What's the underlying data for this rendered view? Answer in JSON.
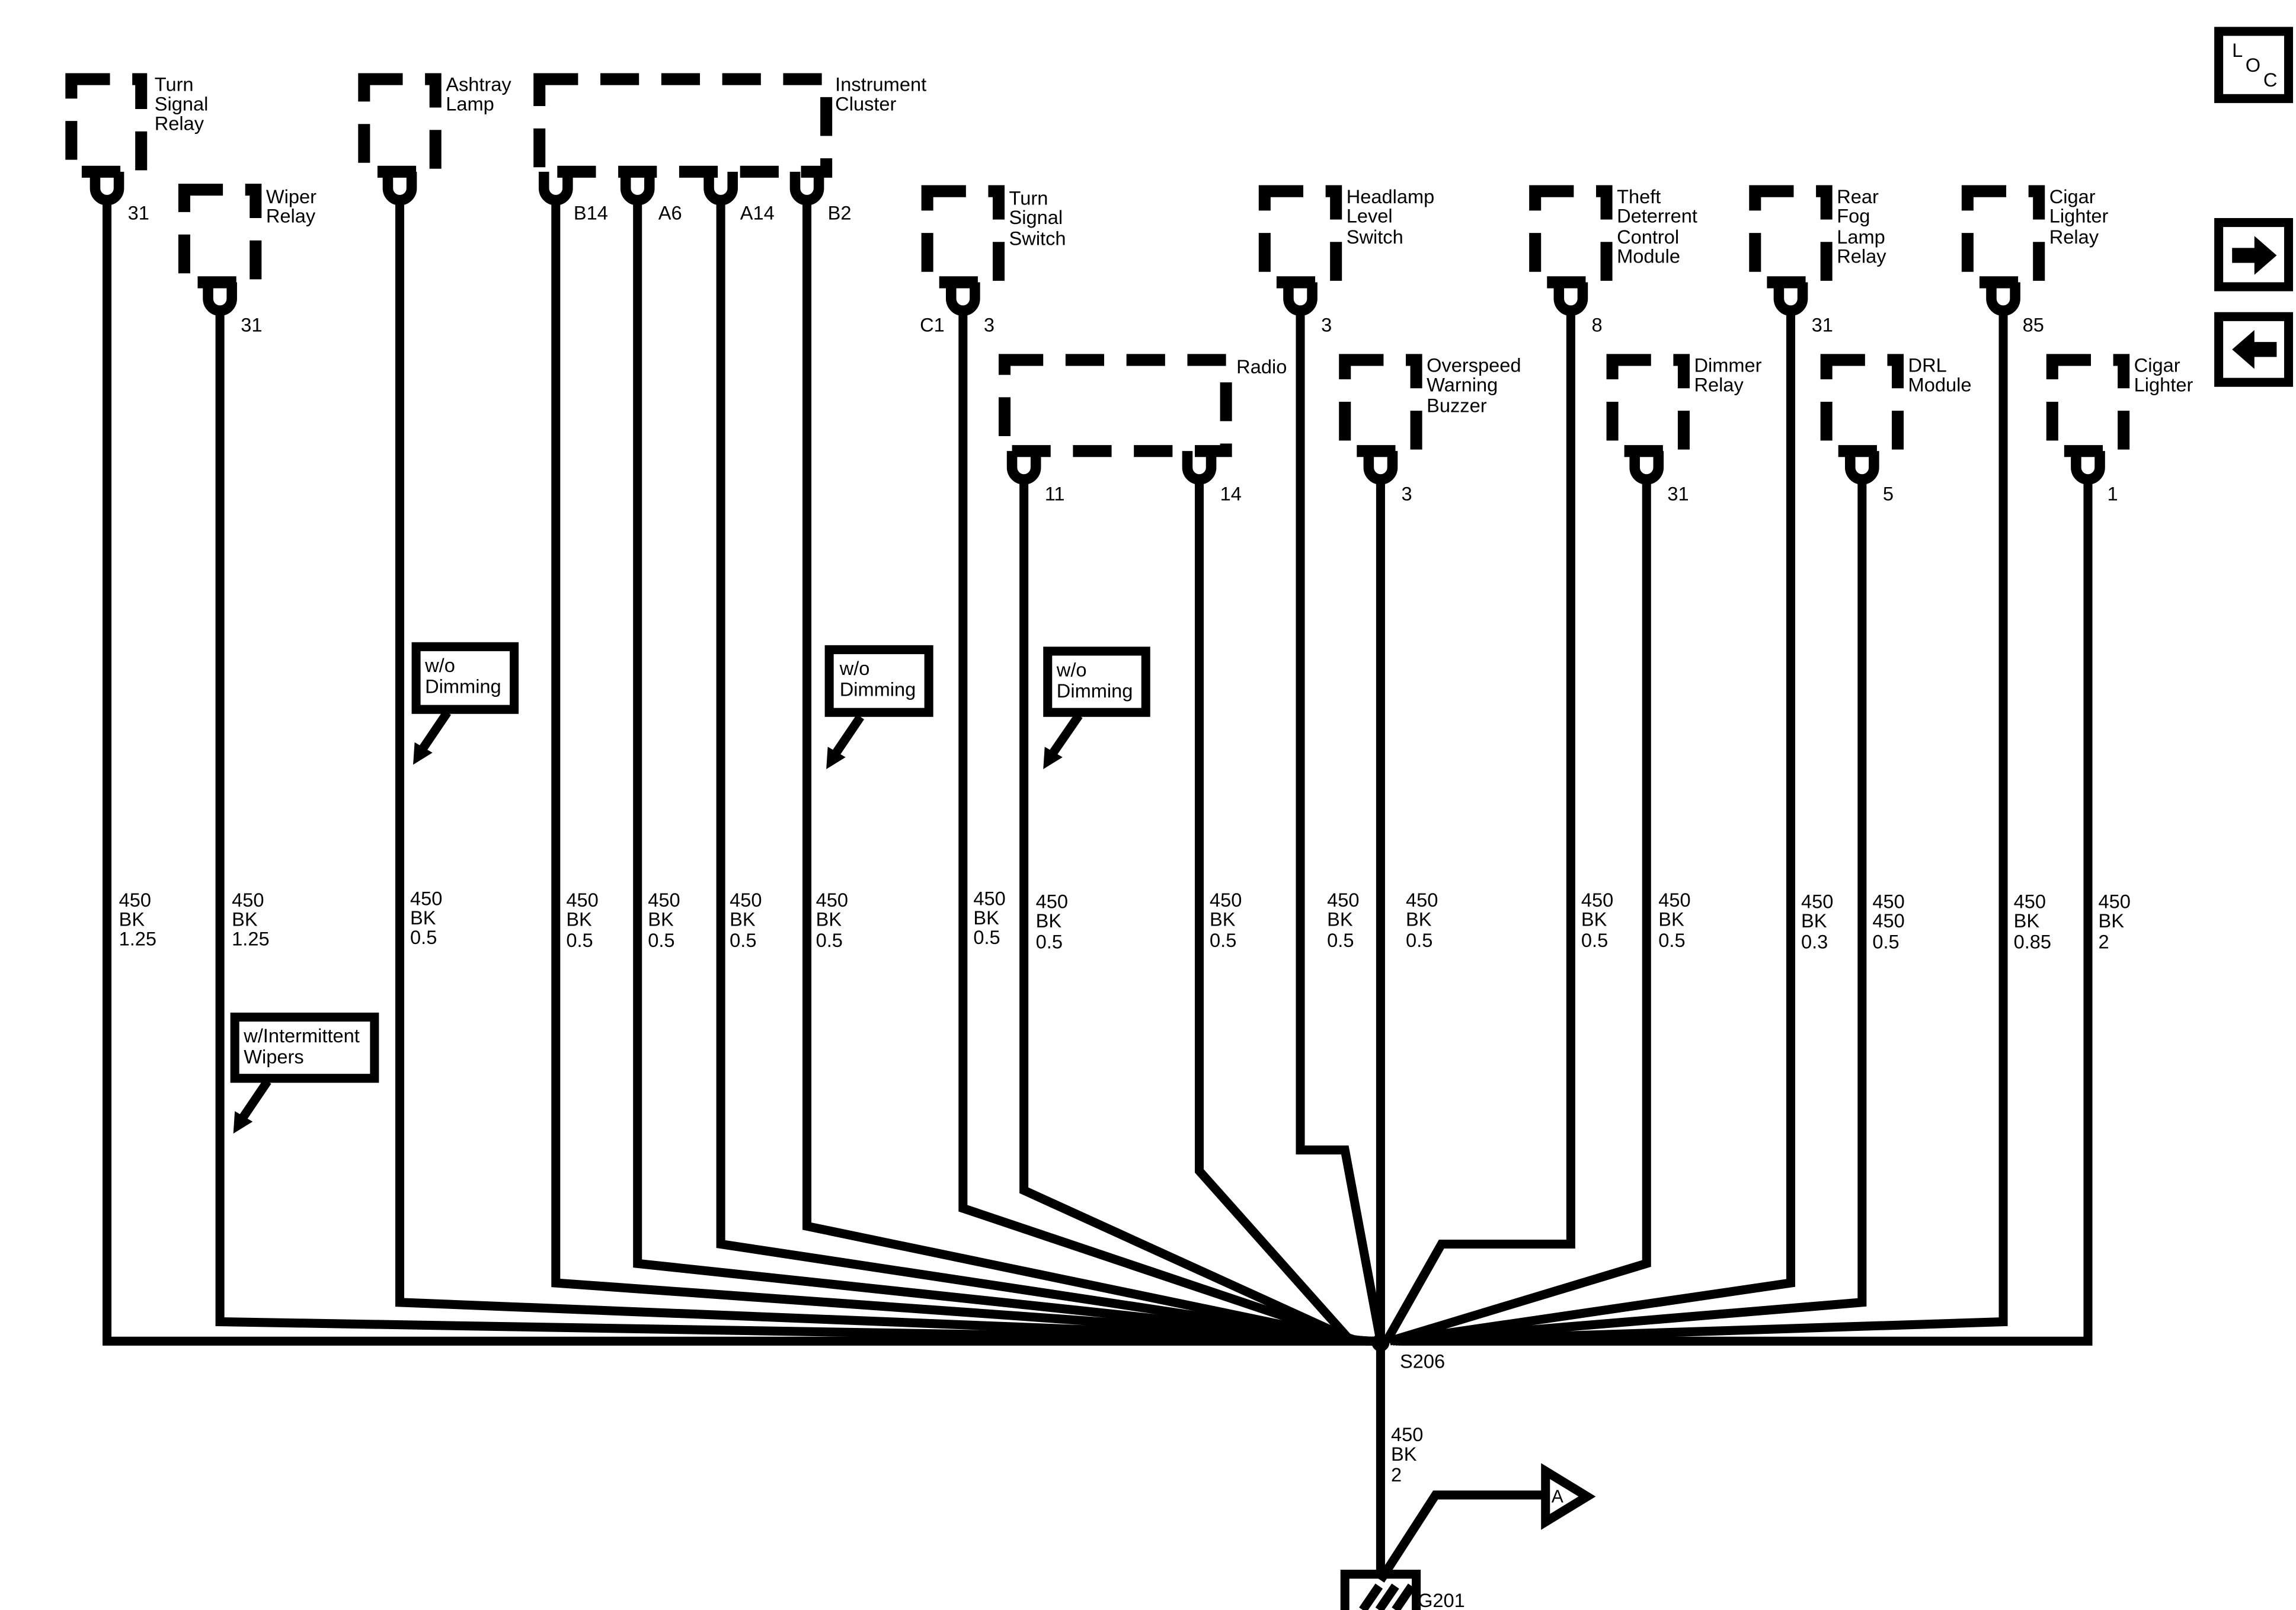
{
  "components": [
    {
      "id": "turn-signal-relay",
      "lines": [
        "Turn",
        "Signal",
        "Relay"
      ],
      "pin": "31"
    },
    {
      "id": "wiper-relay",
      "lines": [
        "Wiper",
        "Relay"
      ],
      "pin": "31"
    },
    {
      "id": "ashtray-lamp",
      "lines": [
        "Ashtray",
        "Lamp"
      ]
    },
    {
      "id": "instrument-cluster",
      "lines": [
        "Instrument",
        "Cluster"
      ],
      "pins": [
        "B14",
        "A6",
        "A14",
        "B2"
      ]
    },
    {
      "id": "turn-signal-switch",
      "lines": [
        "Turn",
        "Signal",
        "Switch"
      ],
      "connector": "C1",
      "pin": "3"
    },
    {
      "id": "radio",
      "lines": [
        "Radio"
      ],
      "pins": [
        "11",
        "14"
      ]
    },
    {
      "id": "headlamp-level-switch",
      "lines": [
        "Headlamp",
        "Level",
        "Switch"
      ],
      "pin": "3"
    },
    {
      "id": "overspeed-warning-buzzer",
      "lines": [
        "Overspeed",
        "Warning",
        "Buzzer"
      ],
      "pin": "3"
    },
    {
      "id": "theft-deterrent-control-module",
      "lines": [
        "Theft",
        "Deterrent",
        "Control",
        "Module"
      ],
      "pin": "8"
    },
    {
      "id": "dimmer-relay",
      "lines": [
        "Dimmer",
        "Relay"
      ],
      "pin": "31"
    },
    {
      "id": "rear-fog-lamp-relay",
      "lines": [
        "Rear",
        "Fog",
        "Lamp",
        "Relay"
      ],
      "pin": "31"
    },
    {
      "id": "drl-module",
      "lines": [
        "DRL",
        "Module"
      ],
      "pin": "5"
    },
    {
      "id": "cigar-lighter-relay",
      "lines": [
        "Cigar",
        "Lighter",
        "Relay"
      ],
      "pin": "85"
    },
    {
      "id": "cigar-lighter",
      "lines": [
        "Cigar",
        "Lighter"
      ],
      "pin": "1"
    }
  ],
  "wires": [
    {
      "id": "turn-signal-relay",
      "lines": [
        "450",
        "BK",
        "1.25"
      ]
    },
    {
      "id": "wiper-relay",
      "lines": [
        "450",
        "BK",
        "1.25"
      ]
    },
    {
      "id": "ashtray-lamp",
      "lines": [
        "450",
        "BK",
        "0.5"
      ]
    },
    {
      "id": "cluster-b14",
      "lines": [
        "450",
        "BK",
        "0.5"
      ]
    },
    {
      "id": "cluster-a6",
      "lines": [
        "450",
        "BK",
        "0.5"
      ]
    },
    {
      "id": "cluster-a14",
      "lines": [
        "450",
        "BK",
        "0.5"
      ]
    },
    {
      "id": "cluster-b2",
      "lines": [
        "450",
        "BK",
        "0.5"
      ]
    },
    {
      "id": "turn-signal-switch",
      "lines": [
        "450",
        "BK",
        "0.5"
      ]
    },
    {
      "id": "radio-11",
      "lines": [
        "450",
        "BK",
        "0.5"
      ]
    },
    {
      "id": "radio-14",
      "lines": [
        "450",
        "BK",
        "0.5"
      ]
    },
    {
      "id": "headlamp-level-switch",
      "lines": [
        "450",
        "BK",
        "0.5"
      ]
    },
    {
      "id": "overspeed-warning-buzzer",
      "lines": [
        "450",
        "BK",
        "0.5"
      ]
    },
    {
      "id": "theft-deterrent-control-module",
      "lines": [
        "450",
        "BK",
        "0.5"
      ]
    },
    {
      "id": "dimmer-relay",
      "lines": [
        "450",
        "BK",
        "0.5"
      ]
    },
    {
      "id": "rear-fog-lamp-relay",
      "lines": [
        "450",
        "BK",
        "0.3"
      ]
    },
    {
      "id": "drl-module",
      "lines": [
        "450",
        "450",
        "0.5"
      ]
    },
    {
      "id": "cigar-lighter-relay",
      "lines": [
        "450",
        "BK",
        "0.85"
      ]
    },
    {
      "id": "cigar-lighter",
      "lines": [
        "450",
        "BK",
        "2"
      ]
    },
    {
      "id": "ground-lead",
      "lines": [
        "450",
        "BK",
        "2"
      ]
    }
  ],
  "option_notes": [
    {
      "id": "ashtray-lamp",
      "lines": [
        "w/o",
        "Dimming"
      ]
    },
    {
      "id": "cluster-b2",
      "lines": [
        "w/o",
        "Dimming"
      ]
    },
    {
      "id": "radio-14",
      "lines": [
        "w/o",
        "Dimming"
      ]
    },
    {
      "id": "wiper-relay",
      "lines": [
        "w/Intermittent",
        "Wipers"
      ]
    }
  ],
  "splice": "S206",
  "ground": "G201",
  "offpage": "A",
  "loc_letters": [
    "L",
    "O",
    "C"
  ],
  "nav": {
    "forward_icon": "arrow-right-icon",
    "back_icon": "arrow-left-icon"
  }
}
